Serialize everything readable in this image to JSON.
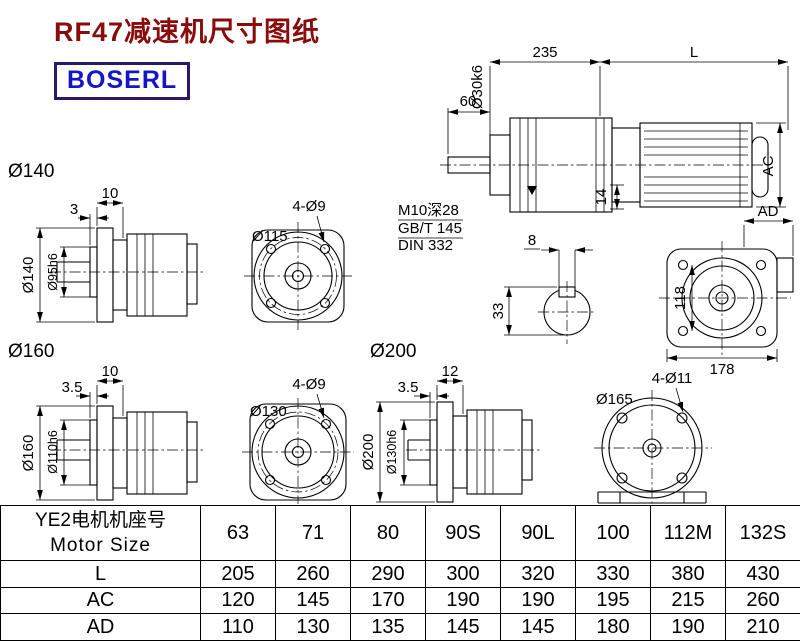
{
  "page": {
    "title": "RF47减速机尺寸图纸",
    "logo_text": "BOSERL"
  },
  "colors": {
    "title_text": "#8a0b0b",
    "logo_text": "#1414c8",
    "logo_border": "#2b1b66",
    "line": "#000000",
    "background": "#ffffff"
  },
  "main_view": {
    "dim_gearbox_length": "235",
    "dim_motor_length": "L",
    "dim_shaft_length": "60",
    "label_shaft_dia": "Ø30k6",
    "dim_motor_height": "AC",
    "dim_14": "14",
    "note_tapped_hole": "M10深28",
    "note_standard_1": "GB/T 145",
    "note_standard_2": "DIN 332",
    "dim_key_width": "8",
    "dim_key_height": "33",
    "dim_ad": "AD",
    "dim_rear_height": "118",
    "dim_rear_width": "178"
  },
  "flange_140": {
    "label": "Ø140",
    "dim_flange_thickness": "10",
    "dim_spigot_depth": "3",
    "dim_flange_dia": "Ø140",
    "dim_spigot_dia": "Ø95h6",
    "label_holes": "4-Ø9",
    "label_bolt_circle": "Ø115"
  },
  "flange_160": {
    "label": "Ø160",
    "dim_flange_thickness": "10",
    "dim_spigot_depth": "3.5",
    "dim_flange_dia": "Ø160",
    "dim_spigot_dia": "Ø110h6",
    "label_holes": "4-Ø9",
    "label_bolt_circle": "Ø130"
  },
  "flange_200": {
    "label": "Ø200",
    "dim_flange_thickness": "12",
    "dim_spigot_depth": "3.5",
    "dim_flange_dia": "Ø200",
    "dim_spigot_dia": "Ø130h6"
  },
  "motor_rear_view": {
    "label_holes": "4-Ø11",
    "label_bolt_circle": "Ø165"
  },
  "table": {
    "header": {
      "line1": "YE2电机机座号",
      "line2": "Motor Size"
    },
    "sizes": [
      "63",
      "71",
      "80",
      "90S",
      "90L",
      "100",
      "112M",
      "132S"
    ],
    "rows": [
      {
        "label": "L",
        "values": [
          "205",
          "260",
          "290",
          "300",
          "320",
          "330",
          "380",
          "430"
        ]
      },
      {
        "label": "AC",
        "values": [
          "120",
          "145",
          "170",
          "190",
          "190",
          "195",
          "215",
          "260"
        ]
      },
      {
        "label": "AD",
        "values": [
          "110",
          "130",
          "135",
          "145",
          "145",
          "180",
          "190",
          "210"
        ]
      }
    ]
  }
}
